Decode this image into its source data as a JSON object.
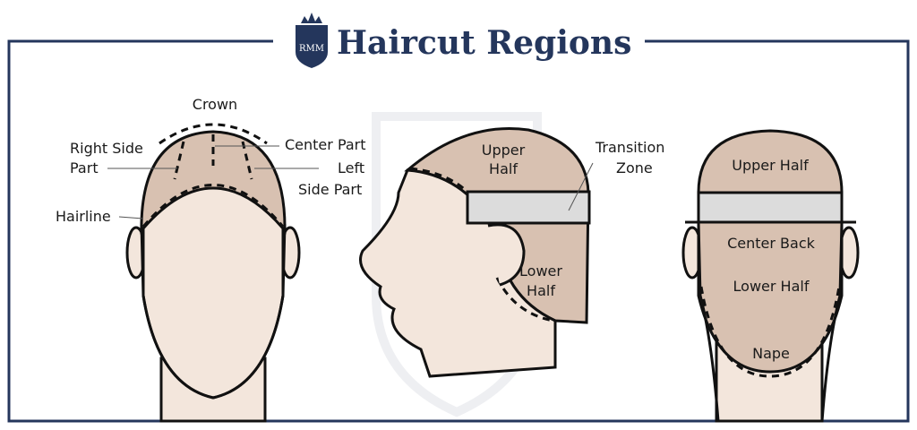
{
  "title": "Haircut Regions",
  "logo_text": "RMM",
  "colors": {
    "navy": "#24365c",
    "hair": "#d8c1b1",
    "skin": "#f3e6dc",
    "band": "#dcdcdc"
  },
  "front_view": {
    "labels": {
      "crown": "Crown",
      "right_side_1": "Right Side",
      "right_side_2": "Part",
      "center_part": "Center Part",
      "left_side_1": "Left",
      "left_side_2": "Side Part",
      "hairline": "Hairline"
    }
  },
  "side_view": {
    "labels": {
      "upper_1": "Upper",
      "upper_2": "Half",
      "transition_1": "Transition",
      "transition_2": "Zone",
      "lower_1": "Lower",
      "lower_2": "Half"
    }
  },
  "back_view": {
    "labels": {
      "upper": "Upper Half",
      "center": "Center Back",
      "lower": "Lower Half",
      "nape": "Nape"
    }
  }
}
